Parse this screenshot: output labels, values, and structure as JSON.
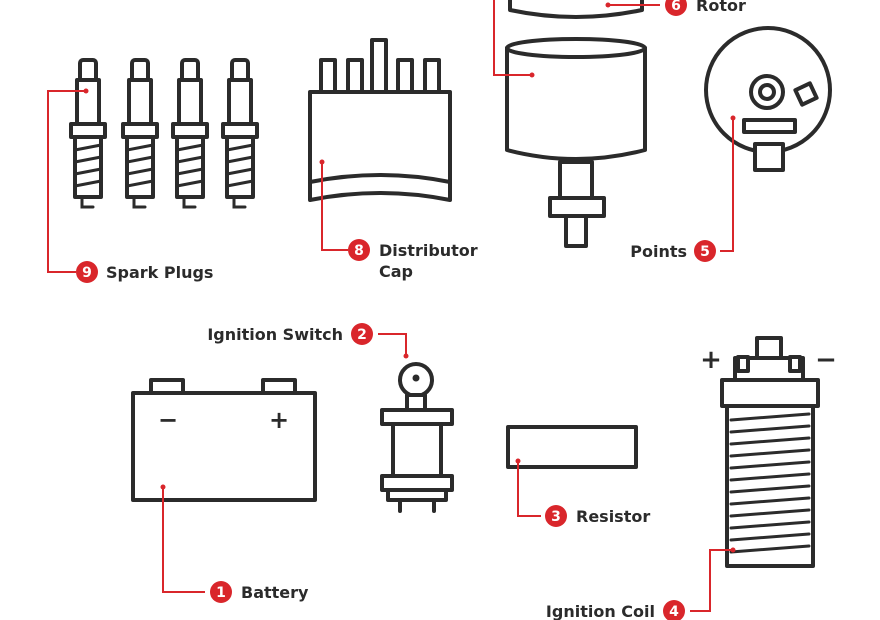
{
  "colors": {
    "accent": "#d9262b",
    "ink": "#2b2b2b",
    "background": "#ffffff"
  },
  "callouts": [
    {
      "number": "1",
      "label": "Battery"
    },
    {
      "number": "2",
      "label": "Ignition Switch"
    },
    {
      "number": "3",
      "label": "Resistor"
    },
    {
      "number": "4",
      "label": "Ignition Coil"
    },
    {
      "number": "5",
      "label": "Points"
    },
    {
      "number": "6",
      "label": "Rotor"
    },
    {
      "number": "8",
      "label_line1": "Distributor",
      "label_line2": "Cap"
    },
    {
      "number": "9",
      "label": "Spark Plugs"
    }
  ],
  "terminals": {
    "battery_negative": "−",
    "battery_positive": "+",
    "coil_positive": "+",
    "coil_negative": "−"
  }
}
